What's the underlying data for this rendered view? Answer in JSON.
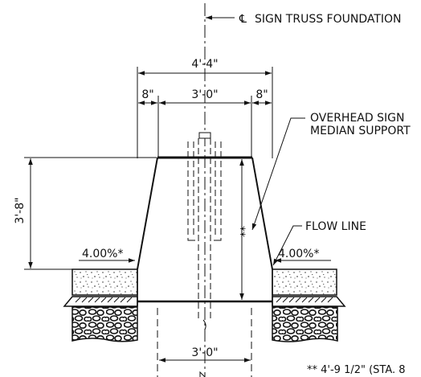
{
  "labels": {
    "centerline_symbol": "℄",
    "centerline_text": "SIGN TRUSS FOUNDATION",
    "overall_width": "4'-4\"",
    "left_offset": "8\"",
    "top_width": "3'-0\"",
    "right_offset": "8\"",
    "overhead_sign_line1": "OVERHEAD SIGN",
    "overhead_sign_line2": "MEDIAN SUPPORT",
    "height": "3'-8\"",
    "variable_height": "**",
    "flow_line": "FLOW LINE",
    "slope_left": "4.00%*",
    "slope_right": "4.00%*",
    "bottom_width": "3'-0\"",
    "footnote": "** 4'-9 1/2\" (STA. 8"
  },
  "colors": {
    "line": "#111111",
    "background": "#ffffff"
  }
}
